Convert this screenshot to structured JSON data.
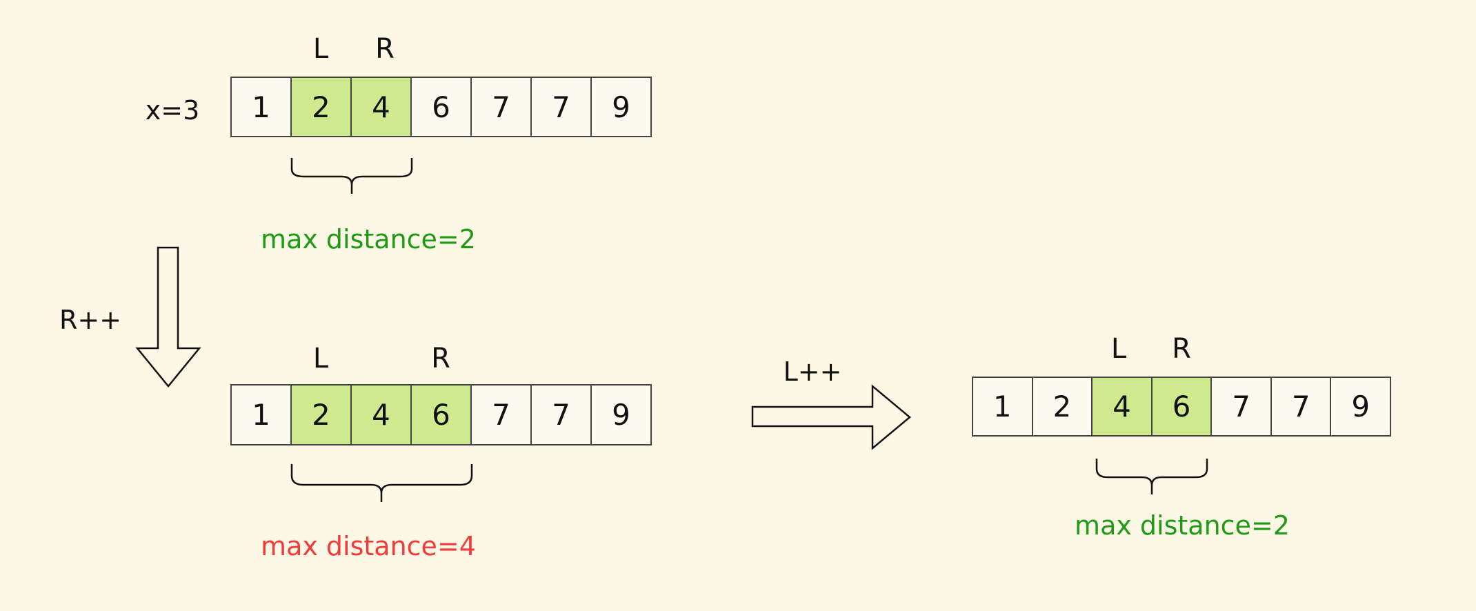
{
  "x_label": "x=3",
  "steps": [
    {
      "cells": [
        "1",
        "2",
        "4",
        "6",
        "7",
        "7",
        "9"
      ],
      "L": 1,
      "R": 2,
      "left_label": "L",
      "right_label": "R",
      "result": "max distance=2",
      "result_status": "valid"
    },
    {
      "cells": [
        "1",
        "2",
        "4",
        "6",
        "7",
        "7",
        "9"
      ],
      "L": 1,
      "R": 3,
      "left_label": "L",
      "right_label": "R",
      "result": "max distance=4",
      "result_status": "invalid"
    },
    {
      "cells": [
        "1",
        "2",
        "4",
        "6",
        "7",
        "7",
        "9"
      ],
      "L": 2,
      "R": 3,
      "left_label": "L",
      "right_label": "R",
      "result": "max distance=2",
      "result_status": "valid"
    }
  ],
  "transitions": {
    "down": "R++",
    "right": "L++"
  },
  "colors": {
    "highlight": "#cfe98e",
    "valid": "#1f9a14",
    "invalid": "#f23b3b"
  }
}
